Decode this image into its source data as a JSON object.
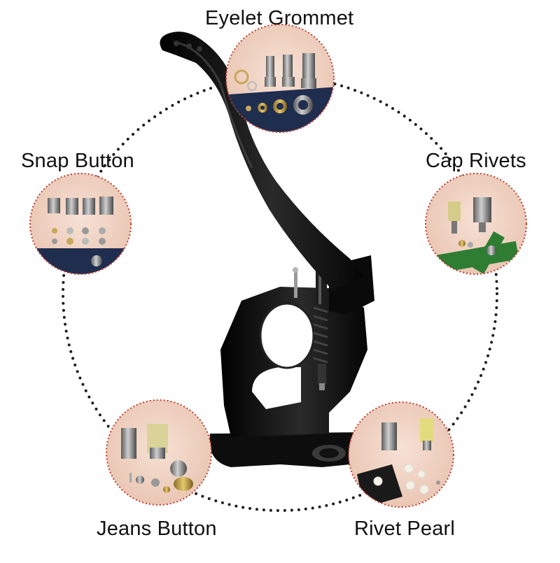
{
  "labels": {
    "eyelet_grommet": "Eyelet Grommet",
    "snap_button": "Snap Button",
    "cap_rivets": "Cap Rivets",
    "jeans_button": "Jeans Button",
    "rivet_pearl": "Rivet Pearl"
  },
  "colors": {
    "background": "#ffffff",
    "press_body": "#0d0d0d",
    "dotted_ring": "#1a1a1a",
    "circle_border": "#c0392b",
    "skin_backdrop": "#f1d3c3",
    "leather_navy": "#1f2d4f",
    "leather_green": "#2e7d32",
    "metal": "#8a8a8a"
  }
}
